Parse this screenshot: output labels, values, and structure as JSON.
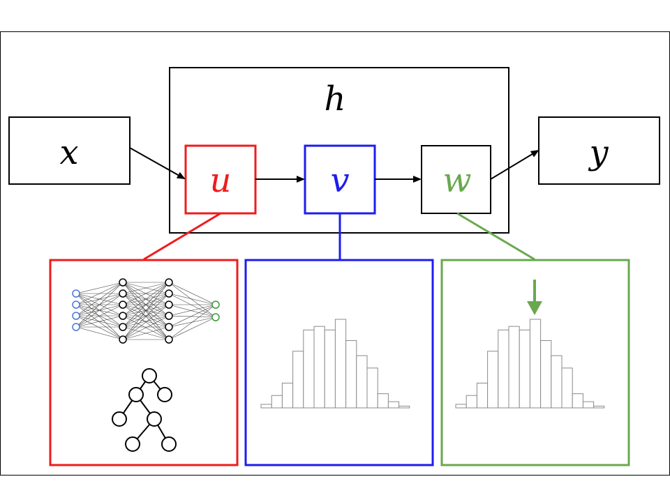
{
  "nodes": {
    "x": {
      "label": "x",
      "color": "#000000"
    },
    "h": {
      "label": "h",
      "color": "#000000"
    },
    "u": {
      "label": "u",
      "color": "#ee1c1c"
    },
    "v": {
      "label": "v",
      "color": "#1c1cee"
    },
    "w": {
      "label": "w",
      "color": "#6aa84f"
    },
    "y": {
      "label": "y",
      "color": "#000000"
    }
  },
  "panels": {
    "u_panel": {
      "color": "#ee1c1c",
      "icons": [
        "neural-network-icon",
        "tree-graph-icon"
      ]
    },
    "v_panel": {
      "color": "#1c1cee",
      "icons": [
        "histogram-icon"
      ]
    },
    "w_panel": {
      "color": "#6aa84f",
      "icons": [
        "histogram-icon",
        "down-arrow-icon"
      ]
    }
  },
  "nn_colors": {
    "input": "#4a76d6",
    "hidden": "#000000",
    "output": "#3a9a3a"
  },
  "histogram": {
    "bar_heights": [
      0.04,
      0.14,
      0.28,
      0.64,
      0.88,
      0.92,
      0.88,
      1.0,
      0.76,
      0.59,
      0.45,
      0.16,
      0.07,
      0.02
    ]
  },
  "selected_bin_index": 7
}
